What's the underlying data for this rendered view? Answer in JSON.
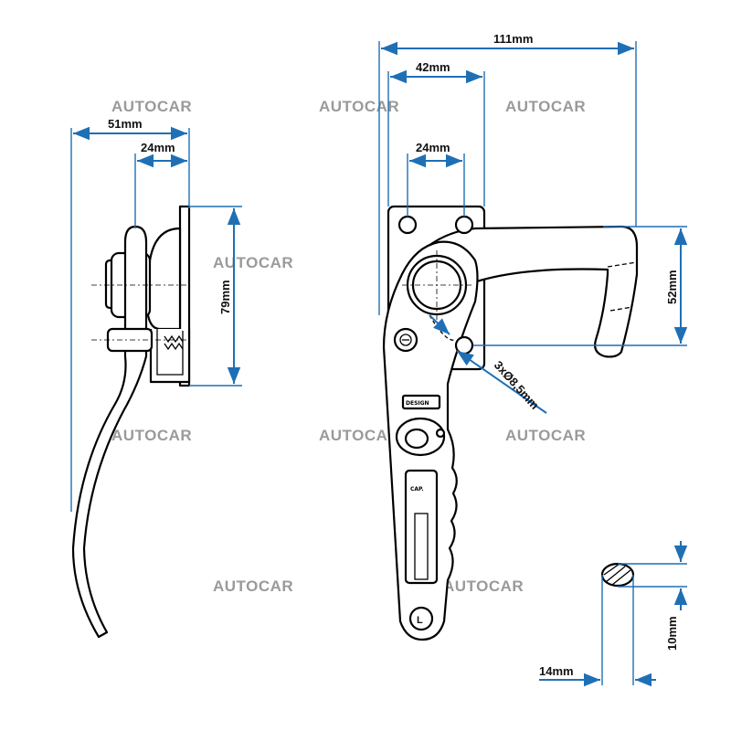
{
  "watermark": "AUTOCAR",
  "dimensions": {
    "side_width": "51mm",
    "side_plate": "24mm",
    "side_height": "79mm",
    "front_width": "111mm",
    "front_hinge": "42mm",
    "front_holes": "24mm",
    "front_height": "52mm",
    "holes_note": "3xØ8,5mm",
    "section_width": "14mm",
    "section_height": "10mm"
  },
  "handle_labels": {
    "design": "DESIGN",
    "cap": "CAP.",
    "lock_letter": "L"
  },
  "colors": {
    "dimension_blue": "#1f6fb5",
    "watermark_gray": "#9a9a9a",
    "outline": "#000000"
  }
}
